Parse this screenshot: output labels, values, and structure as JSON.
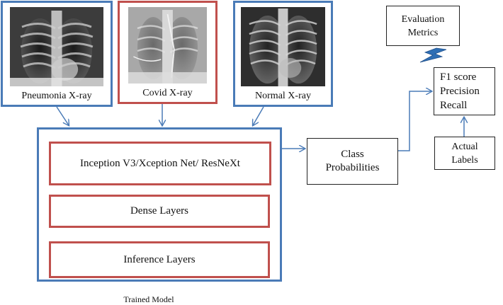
{
  "inputs": {
    "pneumonia_label": "Pneumonia X-ray",
    "covid_label": "Covid X-ray",
    "normal_label": "Normal X-ray"
  },
  "model": {
    "backbone_label": "Inception V3/Xception Net/ ResNeXt",
    "dense_label": "Dense Layers",
    "inference_label": "Inference Layers",
    "caption": "Trained Model"
  },
  "output": {
    "class_prob_line1": "Class",
    "class_prob_line2": "Probabilities"
  },
  "evaluation": {
    "title_line1": "Evaluation",
    "title_line2": "Metrics",
    "metric_1": "F1 score",
    "metric_2": "Precision",
    "metric_3": "Recall"
  },
  "labels": {
    "line1": "Actual",
    "line2": "Labels"
  },
  "colors": {
    "blue_frame": "#4a7bb7",
    "red_frame": "#c0504d",
    "arrow": "#4a7bb7",
    "lightning": "#2f6fb5"
  },
  "icons": {
    "evaluation_link": "lightning-icon"
  }
}
